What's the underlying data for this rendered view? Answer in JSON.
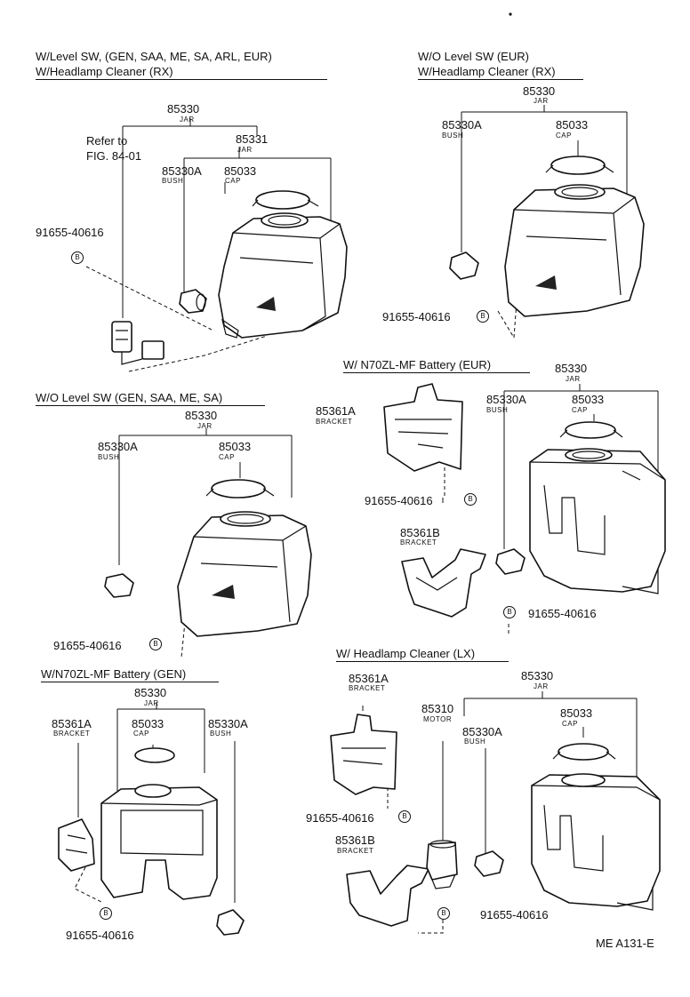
{
  "sections": {
    "s1": {
      "line1": "W/Level SW, (GEN, SAA, ME, SA, ARL, EUR)",
      "line2": "W/Headlamp Cleaner (RX)"
    },
    "s2": {
      "line1": "W/O Level SW (EUR)",
      "line2": "W/Headlamp Cleaner (RX)"
    },
    "s3": {
      "line1": "W/O Level SW (GEN, SAA, ME, SA)"
    },
    "s4": {
      "line1": "W/ N70ZL-MF Battery (EUR)"
    },
    "s5": {
      "line1": "W/N70ZL-MF Battery (GEN)"
    },
    "s6": {
      "line1": "W/ Headlamp Cleaner (LX)"
    }
  },
  "parts": {
    "jar_no": "85330",
    "jar_name": "JAR",
    "jar2_no": "85331",
    "bush_no": "85330A",
    "bush_name": "BUSH",
    "cap_no": "85033",
    "cap_name": "CAP",
    "bracket_a_no": "85361A",
    "bracket_b_no": "85361B",
    "bracket_name": "BRACKET",
    "motor_no": "85310",
    "motor_name": "MOTOR",
    "bolt_no": "91655-40616",
    "bolt_mark": "B",
    "refer1": "Refer to",
    "refer2": "FIG. 84-01"
  },
  "figure_id": "ME A131-E"
}
